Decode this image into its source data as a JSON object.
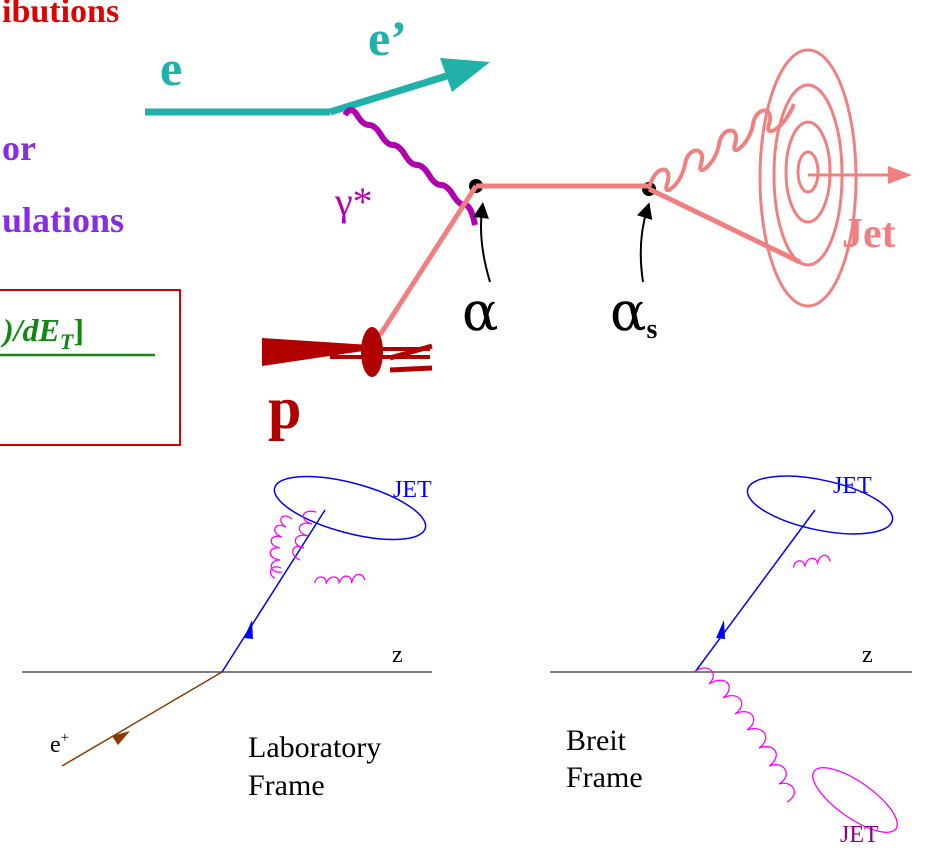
{
  "left_text": {
    "line1": "ibutions",
    "line2": "or",
    "line3": "ulations"
  },
  "formula_box": {
    "text": ")/dE",
    "subscript": "T",
    "bracket": "]"
  },
  "feynman": {
    "electron_in": "e",
    "electron_out": "e’",
    "photon_star": "γ*",
    "alpha": "α",
    "alpha_s": "α",
    "alpha_s_sub": "s",
    "jet": "Jet",
    "proton": "p"
  },
  "lab_frame": {
    "jet": "JET",
    "axis": "z",
    "positron": "e",
    "positron_sup": "+",
    "caption_line1": "Laboratory",
    "caption_line2": "Frame"
  },
  "breit_frame": {
    "jet_top": "JET",
    "axis": "z",
    "caption_line1": "Breit",
    "caption_line2": "Frame",
    "jet_bottom": "JET"
  },
  "colors": {
    "red_text": "#e00000",
    "purple_text": "#8a2be2",
    "green_formula": "#118811",
    "box_border": "#cc0000",
    "teal": "#20b2aa",
    "magenta_photon": "#b000b0",
    "salmon": "#f08080",
    "dark_red": "#b00000",
    "blue": "#0000ff",
    "pink_gluon": "#ff00ff",
    "brown": "#8b3a00"
  }
}
